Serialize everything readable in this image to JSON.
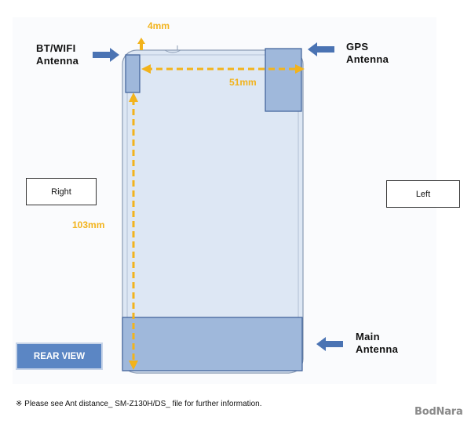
{
  "labels": {
    "bt_wifi": [
      "BT/WIFI",
      "Antenna"
    ],
    "gps": [
      "GPS",
      "Antenna"
    ],
    "main": [
      "Main",
      "Antenna"
    ]
  },
  "measurements": {
    "top": "4mm",
    "width": "51mm",
    "height": "103mm"
  },
  "sides": {
    "left_box": "Right",
    "right_box": "Left"
  },
  "rear_view_label": "REAR VIEW",
  "footnote": "※ Please see Ant distance_ SM-Z130H/DS_ file for further information.",
  "watermark": "BodNara",
  "colors": {
    "phone_fill": "#dde7f4",
    "antenna_fill": "#9fb8db",
    "antenna_stroke": "#3c5f98",
    "arrow_fill": "#4a73b3",
    "dimension": "#f2b31c"
  }
}
